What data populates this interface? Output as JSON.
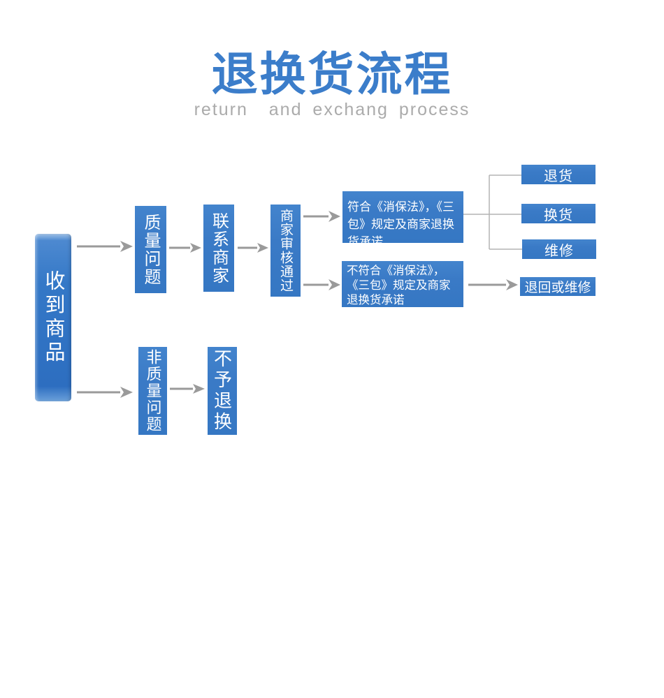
{
  "header": {
    "title": "退换货流程",
    "subtitle": "return  and exchang process"
  },
  "colors": {
    "node_blue": "#3a7ac6",
    "title_blue": "#3b7dca",
    "subtitle_gray": "#ababab",
    "arrow_gray": "#9a9a9a",
    "fork_line_gray": "#b3b3b3"
  },
  "flow": {
    "nodes": {
      "receive": {
        "label": "收到商品"
      },
      "quality": {
        "label": "质量问题"
      },
      "contact": {
        "label": "联系商家"
      },
      "review": {
        "label": "商家审核通过"
      },
      "comply": {
        "label": "符合《消保法》，《三包》规定及商家退换货承诺"
      },
      "not_comply": {
        "label": "不符合《消保法》，《三包》规定及商家退换货承诺"
      },
      "refund": {
        "label": "退货"
      },
      "exchange": {
        "label": "换货"
      },
      "repair": {
        "label": "维修"
      },
      "return_or_repair": {
        "label": "退回或维修"
      },
      "non_quality": {
        "label": "非质量问题"
      },
      "no_return": {
        "label": "不予退换"
      }
    }
  }
}
